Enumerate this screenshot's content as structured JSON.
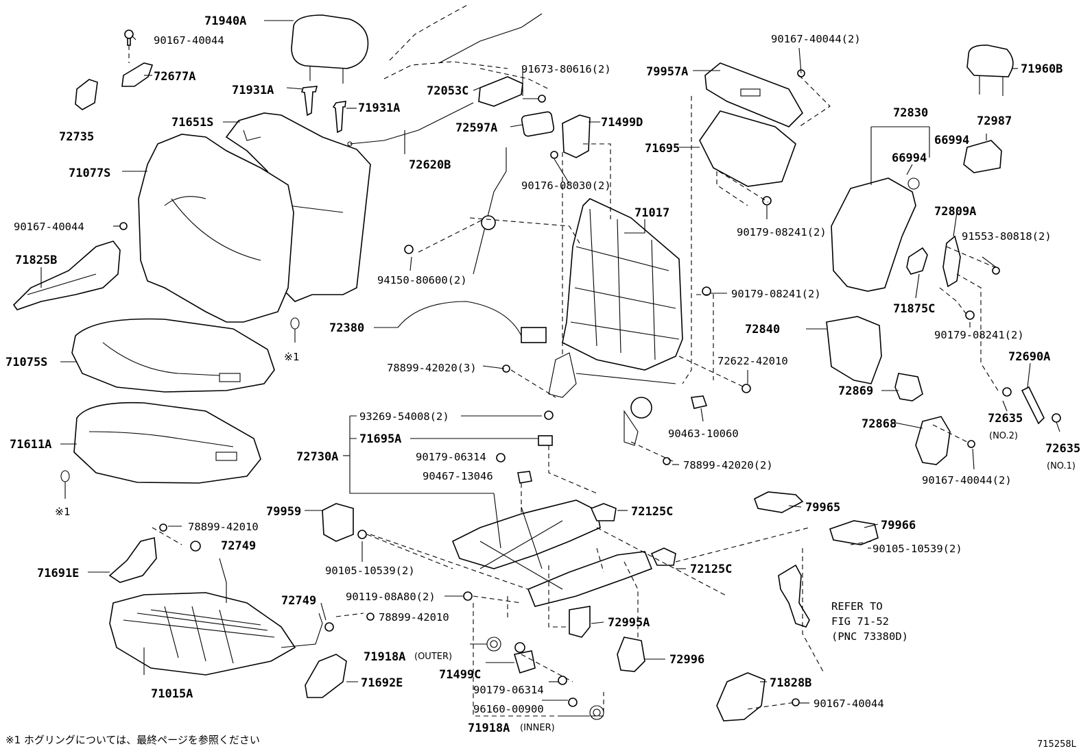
{
  "footnote": "※1 ホグリングについては、最終ページを参照ください",
  "figure_code": "715258L",
  "refer_note": [
    "REFER TO",
    "FIG 71-52",
    "(PNC 73380D)"
  ],
  "callouts": {
    "p71940A": "71940A",
    "p90167_40044_a": "90167-40044",
    "p72677A": "72677A",
    "p71931A_a": "71931A",
    "p71931A_b": "71931A",
    "p72735": "72735",
    "p71651S": "71651S",
    "p71077S": "71077S",
    "p90167_40044_b": "90167-40044",
    "p71825B": "71825B",
    "p71075S": "71075S",
    "p71611A": "71611A",
    "p72053C": "72053C",
    "p91673_80616": "91673-80616(2)",
    "p72597A": "72597A",
    "p71499D": "71499D",
    "p72620B": "72620B",
    "p90176_08030": "90176-08030(2)",
    "p71017": "71017",
    "p94150_80600": "94150-80600(2)",
    "p72380": "72380",
    "p78899_42020_3": "78899-42020(3)",
    "p93269_54008": "93269-54008(2)",
    "p71695A": "71695A",
    "p72730A": "72730A",
    "p90179_06314_a": "90179-06314",
    "p90467_13046": "90467-13046",
    "p79959": "79959",
    "p78899_42010_a": "78899-42010",
    "p72749_a": "72749",
    "p71691E": "71691E",
    "p90105_10539_a": "90105-10539(2)",
    "p90119_08A80": "90119-08A80(2)",
    "p72749_b": "72749",
    "p78899_42010_b": "78899-42010",
    "p71918A_outer": "71918A",
    "p71918A_outer_note": "(OUTER)",
    "p71499C": "71499C",
    "p71015A": "71015A",
    "p71692E": "71692E",
    "p90179_06314_b": "90179-06314",
    "p96160_00900": "96160-00900",
    "p71918A_inner": "71918A",
    "p71918A_inner_note": "(INNER)",
    "p72125C_a": "72125C",
    "p72125C_b": "72125C",
    "p72995A": "72995A",
    "p72996": "72996",
    "p90167_40044_c": "90167-40044(2)",
    "p79957A": "79957A",
    "p71695": "71695",
    "p90179_08241_a": "90179-08241(2)",
    "p90179_08241_b": "90179-08241(2)",
    "p72622_42010": "72622-42010",
    "p90463_10060": "90463-10060",
    "p78899_42020_2": "78899-42020(2)",
    "p79965": "79965",
    "p79966": "79966",
    "p90105_10539_b": "90105-10539(2)",
    "p71828B": "71828B",
    "p90167_40044_d": "90167-40044",
    "p71960B": "71960B",
    "p72830": "72830",
    "p66994_a": "66994",
    "p66994_b": "66994",
    "p72987": "72987",
    "p72809A": "72809A",
    "p91553_80818": "91553-80818(2)",
    "p71875C": "71875C",
    "p90179_08241_c": "90179-08241(2)",
    "p72840": "72840",
    "p72869": "72869",
    "p72690A": "72690A",
    "p72868": "72868",
    "p72635_a": "72635",
    "p72635_a_note": "(NO.2)",
    "p72635_b": "72635",
    "p72635_b_note": "(NO.1)",
    "p90167_40044_e": "90167-40044(2)",
    "p_ring_a": "※1",
    "p_ring_b": "※1"
  }
}
